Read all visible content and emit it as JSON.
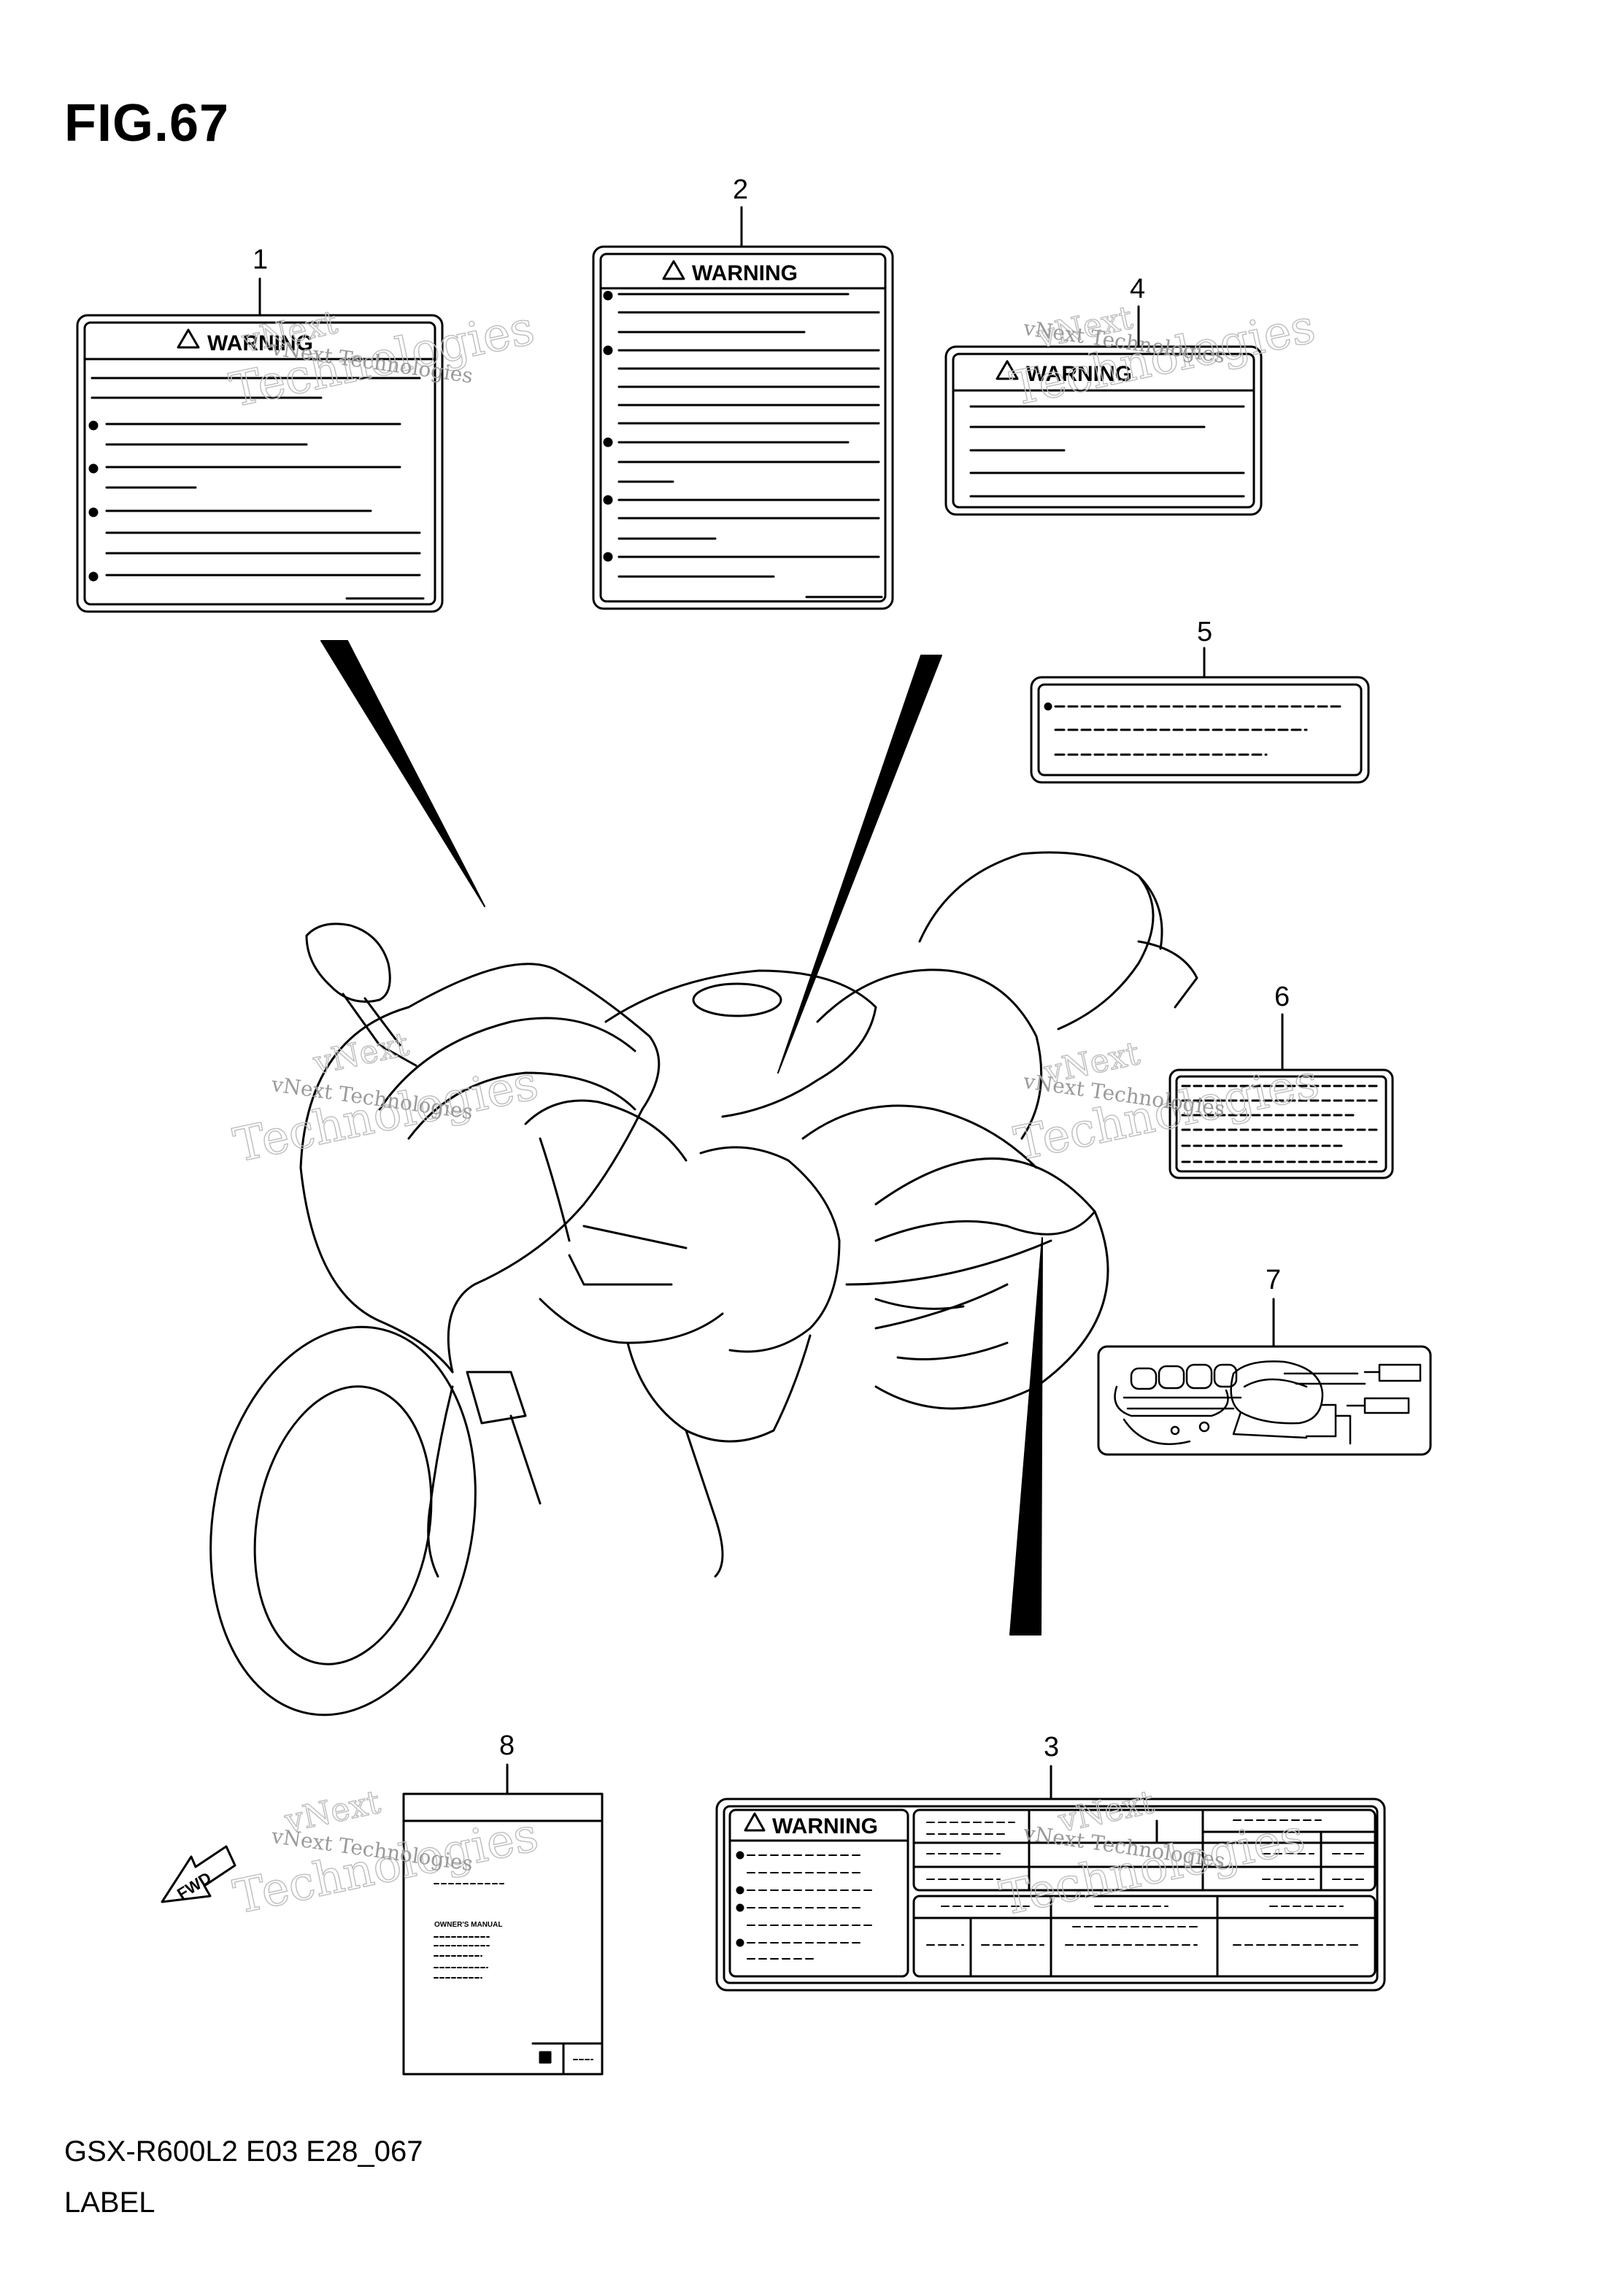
{
  "figure": {
    "title": "FIG.67",
    "model_code": "GSX-R600L2 E03 E28_067",
    "section": "LABEL"
  },
  "callouts": [
    "1",
    "2",
    "3",
    "4",
    "5",
    "6",
    "7",
    "8"
  ],
  "labels": {
    "warning_text": "WARNING",
    "owners_manual_text": "OWNER'S MANUAL",
    "fwd_text": "FWD"
  },
  "watermark": {
    "line1": "vNext",
    "line2": "Technologies",
    "combined": "vNext Technologies"
  }
}
